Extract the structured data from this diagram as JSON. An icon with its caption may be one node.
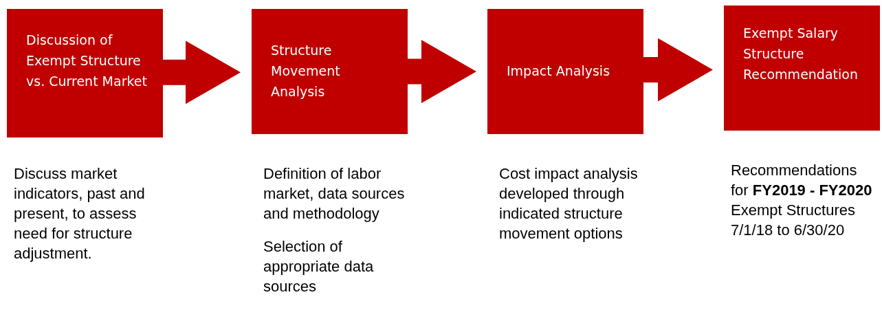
{
  "diagram": {
    "nodes": [
      {
        "text": [
          "Discussion of Exempt Structure vs. Current Market"
        ],
        "beside": [
          "Discuss market indicators, past and present, to assess need for structure adjustment."
        ]
      },
      {
        "text": [
          "Structure Movement Analysis"
        ],
        "beside": [
          "Definition of labor market, data sources and methodology",
          "Selection of appropriate data sources"
        ]
      },
      {
        "text": [
          "Impact Analysis"
        ],
        "beside": [
          "Cost impact analysis developed through indicated structure movement options"
        ]
      },
      {
        "text": [
          "Exempt Salary Structure Recommendation"
        ],
        "beside": [
          "Recommendations for **FY2019 - FY2020** Exempt Structures 7/1/18 to 6/30/20"
        ]
      }
    ],
    "edges": [
      {
        "from": 0,
        "to": 1,
        "arrow": "to"
      },
      {
        "from": 1,
        "to": 2,
        "arrow": "to"
      },
      {
        "from": 2,
        "to": 3,
        "arrow": "to"
      }
    ]
  }
}
